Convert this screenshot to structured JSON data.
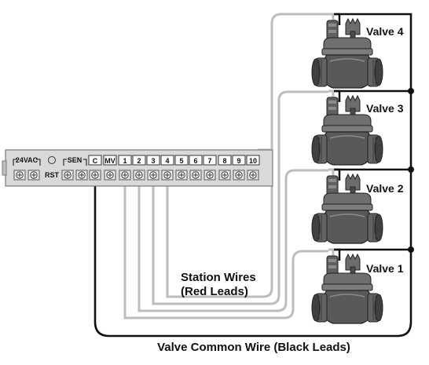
{
  "controller": {
    "label_24vac": "24VAC",
    "label_rst": "RST",
    "label_sen": "SEN",
    "terminals": [
      "C",
      "MV",
      "1",
      "2",
      "3",
      "4",
      "5",
      "6",
      "7",
      "8",
      "9",
      "10"
    ]
  },
  "valves": [
    {
      "label": "Valve 4"
    },
    {
      "label": "Valve 3"
    },
    {
      "label": "Valve 2"
    },
    {
      "label": "Valve 1"
    }
  ],
  "labels": {
    "station_wires_line1": "Station Wires",
    "station_wires_line2": "(Red Leads)",
    "common_wire": "Valve Common Wire (Black Leads)"
  },
  "colors": {
    "station_wire": "#bdbdbd",
    "common_wire": "#111111",
    "valve_body": "#58595b",
    "controller_strip": "#d9d9d9"
  }
}
